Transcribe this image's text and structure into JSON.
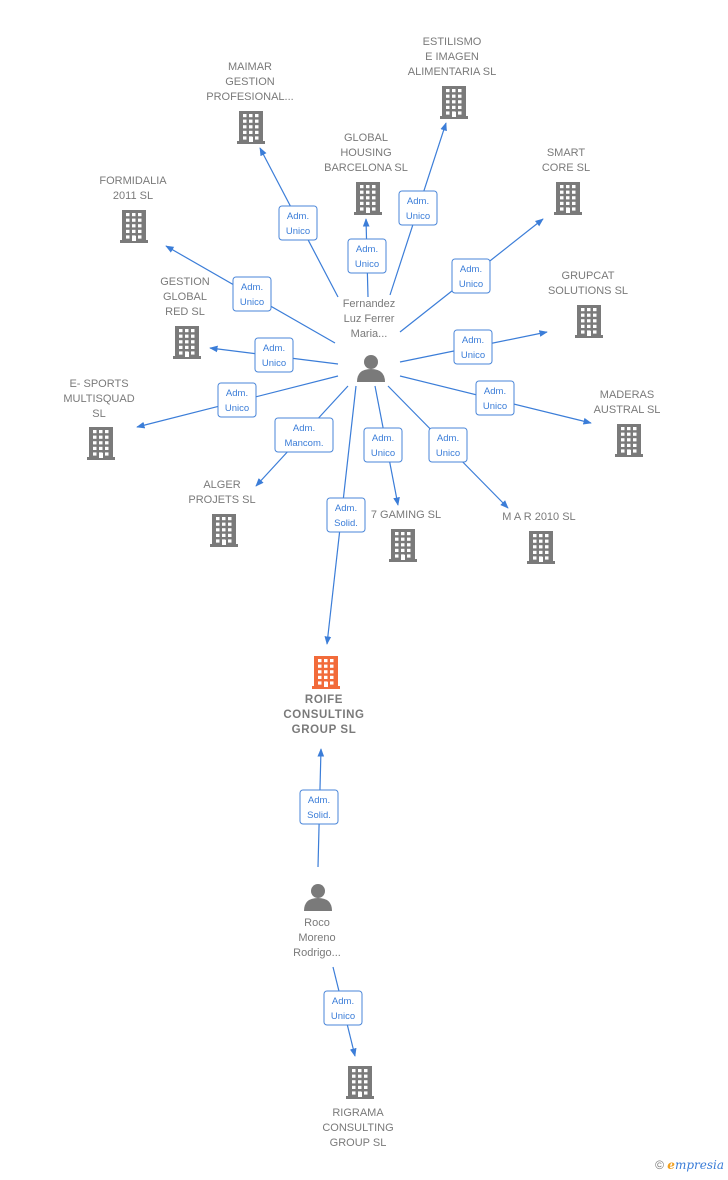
{
  "colors": {
    "company": "#7a7a7a",
    "focus": "#f26b3a",
    "person": "#7a7a7a",
    "edge": "#3b7dd8"
  },
  "nodes": [
    {
      "id": "fernandez",
      "kind": "person",
      "icon": "person-icon",
      "lines": [
        "Fernandez",
        "Luz Ferrer",
        "Maria..."
      ]
    },
    {
      "id": "maimar",
      "kind": "company",
      "icon": "building-icon",
      "lines": [
        "MAIMAR",
        "GESTION",
        "PROFESIONAL..."
      ]
    },
    {
      "id": "estilismo",
      "kind": "company",
      "icon": "building-icon",
      "lines": [
        "ESTILISMO",
        "E IMAGEN",
        "ALIMENTARIA SL"
      ]
    },
    {
      "id": "global_housing",
      "kind": "company",
      "icon": "building-icon",
      "lines": [
        "GLOBAL",
        "HOUSING",
        "BARCELONA SL"
      ]
    },
    {
      "id": "smart_core",
      "kind": "company",
      "icon": "building-icon",
      "lines": [
        "SMART",
        "CORE SL"
      ]
    },
    {
      "id": "formidalia",
      "kind": "company",
      "icon": "building-icon",
      "lines": [
        "FORMIDALIA",
        "2011 SL"
      ]
    },
    {
      "id": "gestion_global",
      "kind": "company",
      "icon": "building-icon",
      "lines": [
        "GESTION",
        "GLOBAL",
        "RED SL"
      ]
    },
    {
      "id": "grupcat",
      "kind": "company",
      "icon": "building-icon",
      "lines": [
        "GRUPCAT",
        "SOLUTIONS SL"
      ]
    },
    {
      "id": "esports",
      "kind": "company",
      "icon": "building-icon",
      "lines": [
        "E- SPORTS",
        "MULTISQUAD",
        "SL"
      ]
    },
    {
      "id": "maderas",
      "kind": "company",
      "icon": "building-icon",
      "lines": [
        "MADERAS",
        "AUSTRAL  SL"
      ]
    },
    {
      "id": "alger",
      "kind": "company",
      "icon": "building-icon",
      "lines": [
        "ALGER",
        "PROJETS SL"
      ]
    },
    {
      "id": "gaming",
      "kind": "company",
      "icon": "building-icon",
      "lines": [
        "7 GAMING SL"
      ]
    },
    {
      "id": "mar2010",
      "kind": "company",
      "icon": "building-icon",
      "lines": [
        "M A R 2010 SL"
      ]
    },
    {
      "id": "roife",
      "kind": "focus",
      "icon": "building-icon",
      "lines": [
        "ROIFE",
        "CONSULTING",
        "GROUP  SL"
      ]
    },
    {
      "id": "roco",
      "kind": "person",
      "icon": "person-icon",
      "lines": [
        "Roco",
        "Moreno",
        "Rodrigo..."
      ]
    },
    {
      "id": "rigrama",
      "kind": "company",
      "icon": "building-icon",
      "lines": [
        "RIGRAMA",
        "CONSULTING",
        "GROUP  SL"
      ]
    }
  ],
  "edges": [
    {
      "from": "fernandez",
      "to": "maimar",
      "label": [
        "Adm.",
        "Unico"
      ]
    },
    {
      "from": "fernandez",
      "to": "estilismo",
      "label": [
        "Adm.",
        "Unico"
      ]
    },
    {
      "from": "fernandez",
      "to": "global_housing",
      "label": [
        "Adm.",
        "Unico"
      ]
    },
    {
      "from": "fernandez",
      "to": "smart_core",
      "label": [
        "Adm.",
        "Unico"
      ]
    },
    {
      "from": "fernandez",
      "to": "formidalia",
      "label": [
        "Adm.",
        "Unico"
      ]
    },
    {
      "from": "fernandez",
      "to": "gestion_global",
      "label": [
        "Adm.",
        "Unico"
      ]
    },
    {
      "from": "fernandez",
      "to": "grupcat",
      "label": [
        "Adm.",
        "Unico"
      ]
    },
    {
      "from": "fernandez",
      "to": "esports",
      "label": [
        "Adm.",
        "Unico"
      ]
    },
    {
      "from": "fernandez",
      "to": "maderas",
      "label": [
        "Adm.",
        "Unico"
      ]
    },
    {
      "from": "fernandez",
      "to": "alger",
      "label": [
        "Adm.",
        "Mancom."
      ]
    },
    {
      "from": "fernandez",
      "to": "gaming",
      "label": [
        "Adm.",
        "Unico"
      ]
    },
    {
      "from": "fernandez",
      "to": "mar2010",
      "label": [
        "Adm.",
        "Unico"
      ]
    },
    {
      "from": "fernandez",
      "to": "roife",
      "label": [
        "Adm.",
        "Solid."
      ]
    },
    {
      "from": "roco",
      "to": "roife",
      "label": [
        "Adm.",
        "Solid."
      ]
    },
    {
      "from": "roco",
      "to": "rigrama",
      "label": [
        "Adm.",
        "Unico"
      ]
    }
  ],
  "footer": {
    "copyright": "©",
    "brand_initial": "e",
    "brand_rest": "mpresia"
  }
}
